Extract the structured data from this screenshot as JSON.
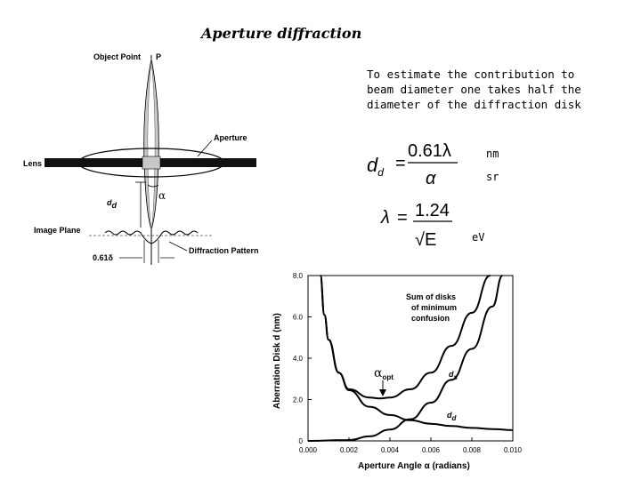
{
  "title": "Aperture diffraction",
  "note": "To estimate the contribution to beam diameter one takes half the diameter of the diffraction disk",
  "units": {
    "nm": "nm",
    "sr": "sr",
    "ev": "eV"
  },
  "lens_diagram": {
    "object_point": "Object Point",
    "p": "P",
    "aperture": "Aperture",
    "lens": "Lens",
    "dd": "d",
    "dd_sub": "d",
    "alpha": "α",
    "image_plane": "Image Plane",
    "diffraction_pattern": "Diffraction Pattern",
    "spot": "0.61δ"
  },
  "equations": {
    "eq1_lhs": "d",
    "eq1_sub": "d",
    "eq1_num": "0.61λ",
    "eq1_den": "α",
    "eq2_lhs": "λ",
    "eq2_num": "1.24",
    "eq2_den": "√E"
  },
  "chart_data": {
    "type": "line",
    "xlabel": "Aperture Angle α (radians)",
    "ylabel": "Aberration Disk d (nm)",
    "xlim": [
      0,
      0.01
    ],
    "ylim": [
      0,
      8.0
    ],
    "xticks": [
      "0.000",
      "0.002",
      "0.004",
      "0.006",
      "0.008",
      "0.010"
    ],
    "yticks": [
      "0",
      "2.0",
      "4.0",
      "6.0",
      "8.0"
    ],
    "annotations": {
      "sum_line1": "Sum of disks",
      "sum_line2": "of minimum",
      "sum_line3": "confusion",
      "alpha_opt": "α",
      "alpha_opt_sub": "opt",
      "ds": "d",
      "ds_sub": "s",
      "dd": "d",
      "dd_sub": "d"
    },
    "series": [
      {
        "key": "dd",
        "x": [
          0.0006,
          0.0008,
          0.001,
          0.0015,
          0.002,
          0.003,
          0.004,
          0.005,
          0.006,
          0.007,
          0.008,
          0.009,
          0.01
        ],
        "values": [
          8.0,
          6.1,
          4.9,
          3.3,
          2.45,
          1.65,
          1.25,
          1.0,
          0.83,
          0.72,
          0.63,
          0.57,
          0.52
        ]
      },
      {
        "key": "ds",
        "x": [
          0.0,
          0.002,
          0.003,
          0.004,
          0.005,
          0.006,
          0.007,
          0.008,
          0.009,
          0.0095
        ],
        "values": [
          0.0,
          0.04,
          0.22,
          0.55,
          1.05,
          1.85,
          2.95,
          4.45,
          6.5,
          8.0
        ]
      },
      {
        "key": "sum",
        "x": [
          0.0006,
          0.0008,
          0.001,
          0.0015,
          0.002,
          0.003,
          0.0035,
          0.004,
          0.005,
          0.006,
          0.007,
          0.008,
          0.0089
        ],
        "values": [
          8.0,
          6.1,
          4.9,
          3.3,
          2.5,
          2.1,
          2.05,
          2.1,
          2.5,
          3.3,
          4.6,
          6.2,
          8.0
        ]
      }
    ]
  }
}
